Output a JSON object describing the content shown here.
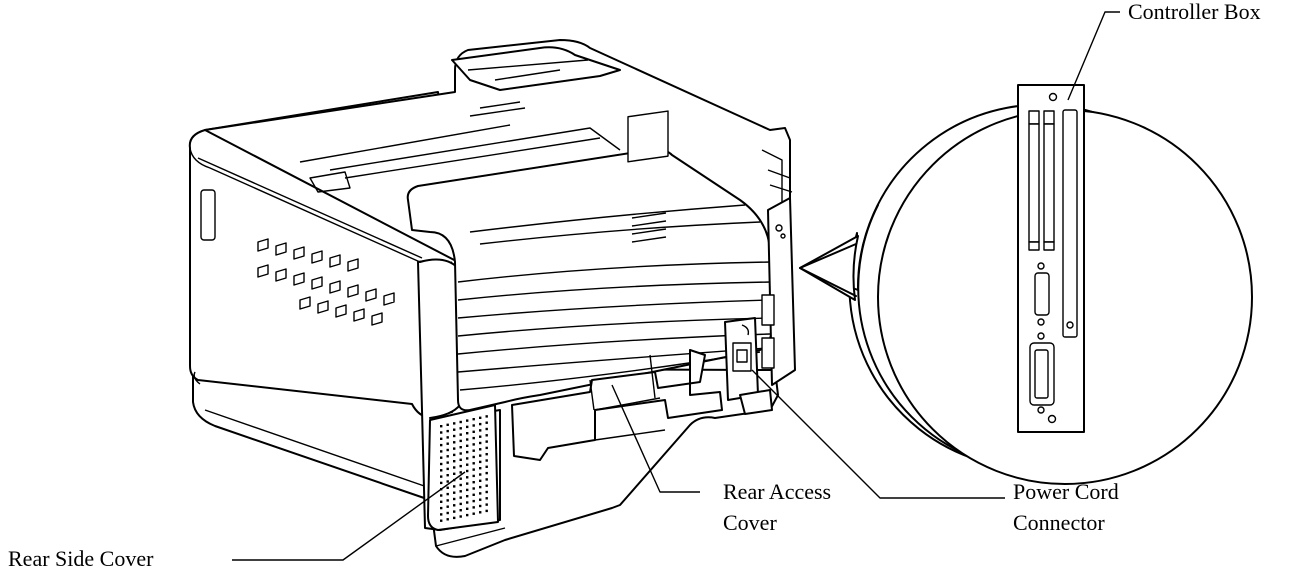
{
  "labels": {
    "controller_box": "Controller Box",
    "rear_access_cover": [
      "Rear Access",
      "Cover"
    ],
    "power_cord_connector": [
      "Power Cord",
      "Connector"
    ],
    "rear_side_cover": "Rear Side Cover"
  }
}
